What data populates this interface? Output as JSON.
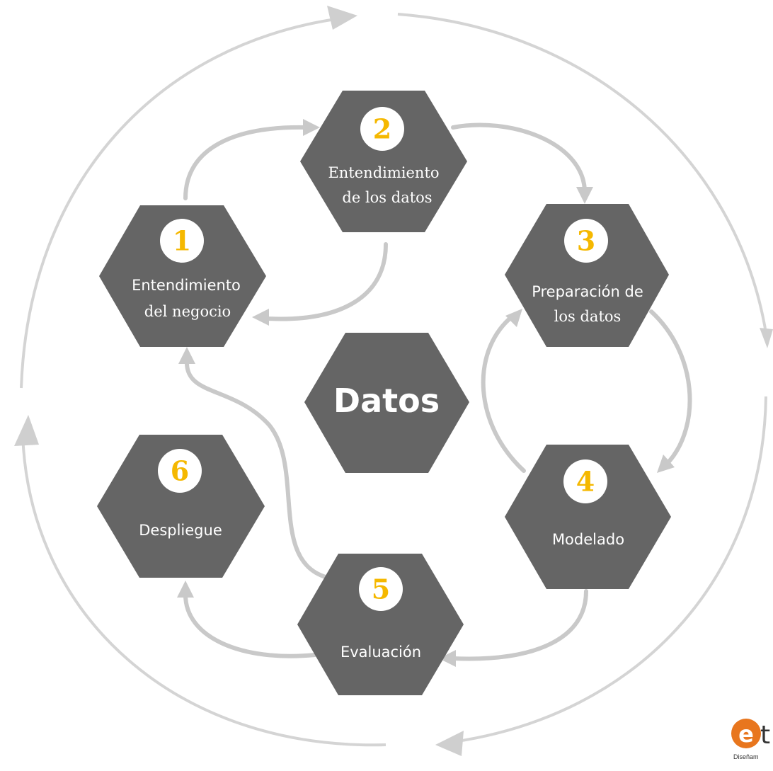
{
  "diagram": {
    "center": {
      "label": "Datos"
    },
    "steps": [
      {
        "number": "1",
        "line1": "Entendimiento",
        "line2": "del negocio"
      },
      {
        "number": "2",
        "line1": "Entendimiento",
        "line2": "de los datos"
      },
      {
        "number": "3",
        "line1": "Preparación de",
        "line2": "los datos"
      },
      {
        "number": "4",
        "line1": "Modelado"
      },
      {
        "number": "5",
        "line1": "Evaluación"
      },
      {
        "number": "6",
        "line1": "Despliegue"
      }
    ]
  },
  "logo": {
    "mark_e": "e",
    "mark_t": "t",
    "tagline": "Diseñam"
  },
  "colors": {
    "hexagon": "#656565",
    "number": "#f5b800",
    "arrows": "#c9c9c9",
    "logo_accent": "#e8761e"
  }
}
